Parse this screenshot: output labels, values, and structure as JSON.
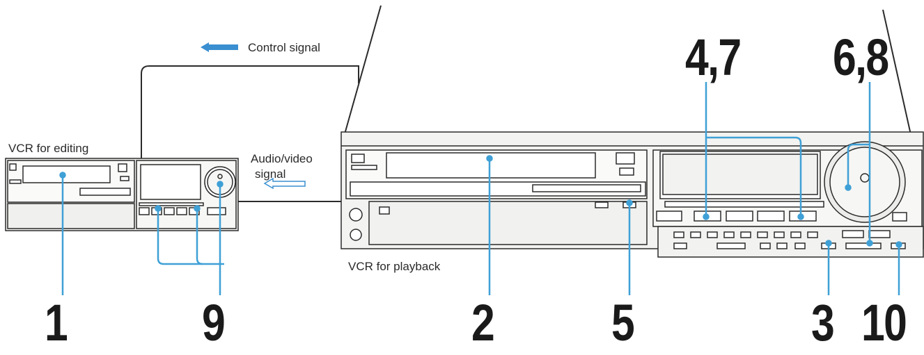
{
  "labels": {
    "control_signal": "Control signal",
    "vcr_editing": "VCR for editing",
    "audio_video_line1": "Audio/video",
    "audio_video_line2": "signal",
    "vcr_playback": "VCR for playback"
  },
  "callouts": {
    "n1": "1",
    "n9": "9",
    "n2": "2",
    "n5": "5",
    "n3": "3",
    "n10": "10",
    "n47": "4,7",
    "n68": "6,8"
  },
  "colors": {
    "callout_line": "#3fa0d6",
    "arrow_fill": "#3a8fd0",
    "device_line": "#2b2b2b",
    "panel_fill": "#f2f2f0"
  }
}
